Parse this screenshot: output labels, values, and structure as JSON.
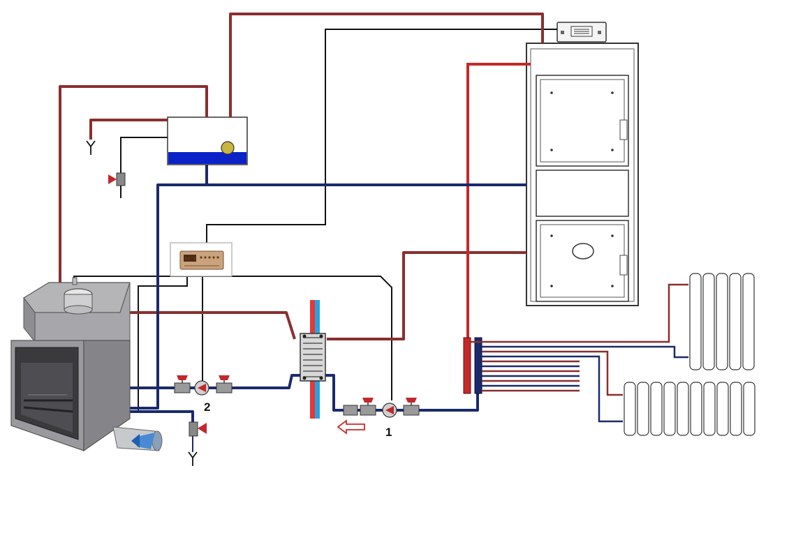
{
  "pumps": [
    {
      "label": "2"
    },
    {
      "label": "1"
    }
  ],
  "controller": {
    "display": "88:8"
  },
  "colors": {
    "hot_pipe": "#8b2e2e",
    "hot_bright": "#c62828",
    "cold_pipe": "#1a2a6c",
    "signal_wire": "#111111",
    "tank_water": "#0a22c8",
    "float": "#c9b440",
    "valve_handle": "#c0282d",
    "exchanger_hot": "#e53935",
    "exchanger_cold": "#29a3e0",
    "appliance_gray": "#9a9a9e",
    "radiator_fill": "#ffffff",
    "radiator_stroke": "#333333"
  },
  "icons": [
    "fireplace-insert-icon",
    "expansion-tank-icon",
    "float-icon",
    "controller-icon",
    "boiler-icon",
    "plate-heat-exchanger-icon",
    "manifold-icon",
    "radiator-icon",
    "circulation-pump-icon",
    "ball-valve-icon",
    "safety-valve-icon",
    "drain-outlet-icon",
    "air-intake-icon",
    "flow-direction-arrow-icon"
  ]
}
